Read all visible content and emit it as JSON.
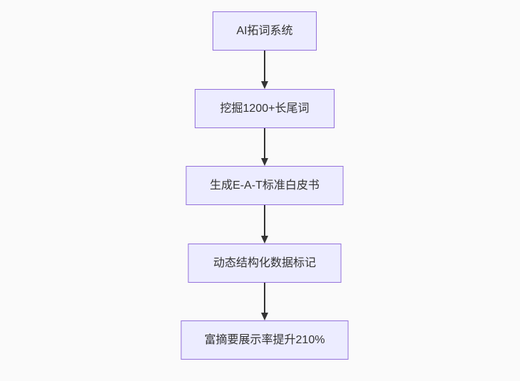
{
  "diagram": {
    "type": "flowchart-vertical",
    "background_color": "#fafafa",
    "node_fill_color": "#ECECFF",
    "node_border_color": "#9370DB",
    "node_text_color": "#333333",
    "arrow_color": "#333333",
    "nodes": [
      {
        "label": "AI拓词系统"
      },
      {
        "label": "挖掘1200+长尾词"
      },
      {
        "label": "生成E-A-T标准白皮书"
      },
      {
        "label": "动态结构化数据标记"
      },
      {
        "label": "富摘要展示率提升210%"
      }
    ],
    "edges": [
      {
        "from": "AI拓词系统",
        "to": "挖掘1200+长尾词"
      },
      {
        "from": "挖掘1200+长尾词",
        "to": "生成E-A-T标准白皮书"
      },
      {
        "from": "生成E-A-T标准白皮书",
        "to": "动态结构化数据标记"
      },
      {
        "from": "动态结构化数据标记",
        "to": "富摘要展示率提升210%"
      }
    ]
  }
}
